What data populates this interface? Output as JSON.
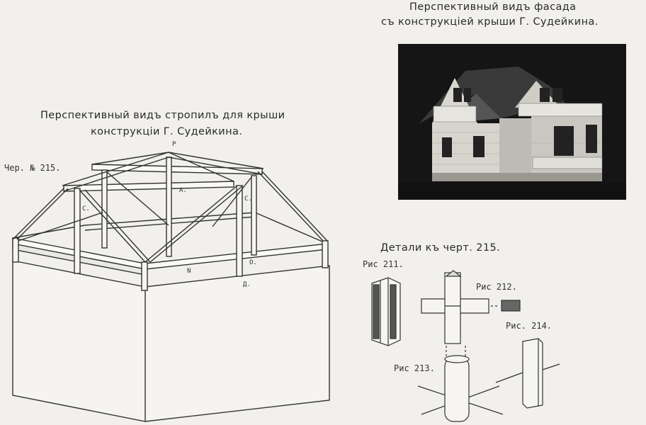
{
  "left_caption": {
    "line1": "Перспективный видъ стропилъ для крыши",
    "line2": "конструкціи Г. Судейкина."
  },
  "drawing_number": "Чер. № 215.",
  "rafter_labels": {
    "p": "Р",
    "a": "А.",
    "c_left": "С.",
    "c_right": "С.",
    "o": "О.",
    "d": "Д.",
    "n": "N"
  },
  "right_caption": {
    "line1": "Перспективный видъ фасада",
    "line2": "съ конструкціей крыши Г. Судейкина."
  },
  "details_title": "Детали къ черт. 215.",
  "figure_labels": {
    "fig211": "Рис 211.",
    "fig212": "Рис 212.",
    "fig213": "Рис 213.",
    "fig214": "Рис. 214."
  },
  "colors": {
    "paper": "#f1f0ec",
    "ink": "#2a2a2a",
    "photo_bg": "#151515"
  }
}
